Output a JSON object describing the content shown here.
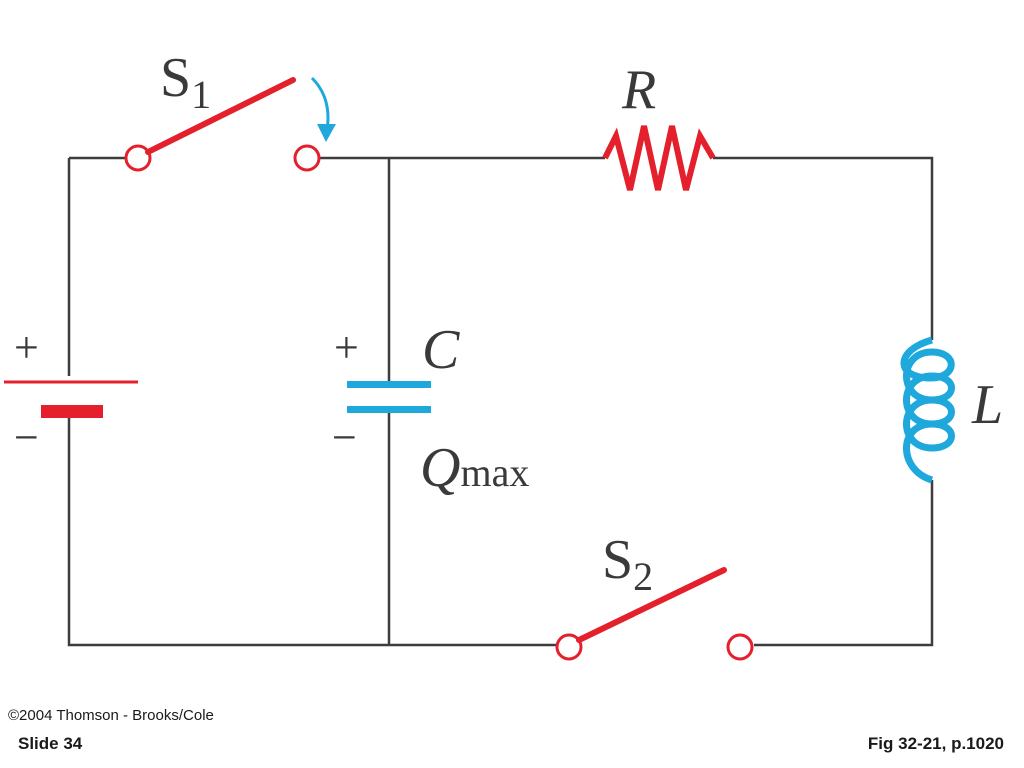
{
  "labels": {
    "switch1": {
      "main": "S",
      "sub": "1"
    },
    "switch2": {
      "main": "S",
      "sub": "2"
    },
    "resistor": "R",
    "capacitor": "C",
    "charge": {
      "main": "Q",
      "sub": "max"
    },
    "inductor": "L",
    "battery_plus": "+",
    "battery_minus": "−",
    "capacitor_plus": "+",
    "capacitor_minus": "−"
  },
  "footer": {
    "copyright": "©2004 Thomson - Brooks/Cole",
    "slide": "Slide 34",
    "figure_ref": "Fig 32-21, p.1020"
  },
  "colors": {
    "wire": "#3d3d3d",
    "component_red": "#e3202b",
    "component_blue": "#1ea8dc"
  }
}
